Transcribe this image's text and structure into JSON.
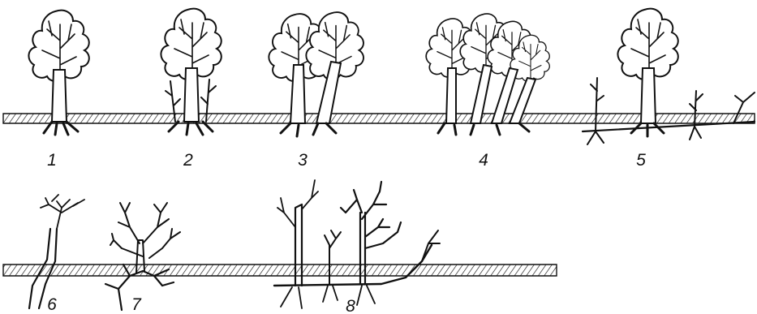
{
  "figure": {
    "panels": [
      {
        "id": "panel-1",
        "label": "1"
      },
      {
        "id": "panel-2",
        "label": "2"
      },
      {
        "id": "panel-3",
        "label": "3"
      },
      {
        "id": "panel-4",
        "label": "4"
      },
      {
        "id": "panel-5",
        "label": "5"
      },
      {
        "id": "panel-6",
        "label": "6"
      },
      {
        "id": "panel-7",
        "label": "7"
      },
      {
        "id": "panel-8",
        "label": "8"
      }
    ],
    "colors": {
      "ink": "#111111",
      "background": "#ffffff"
    }
  }
}
